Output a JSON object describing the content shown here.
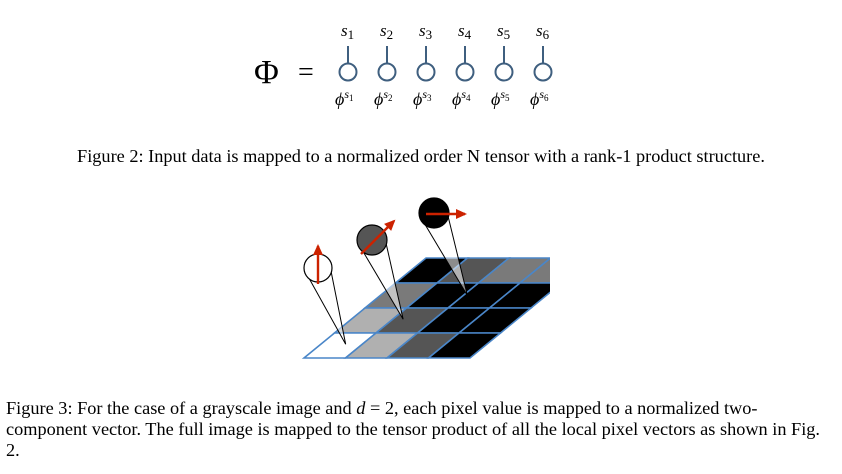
{
  "figure2": {
    "phi_symbol": "Φ",
    "equals": "=",
    "sites": [
      {
        "top_var": "s",
        "top_sub": "1",
        "bottom_base": "ϕ",
        "bottom_sup_var": "s",
        "bottom_sup_sub": "1"
      },
      {
        "top_var": "s",
        "top_sub": "2",
        "bottom_base": "ϕ",
        "bottom_sup_var": "s",
        "bottom_sup_sub": "2"
      },
      {
        "top_var": "s",
        "top_sub": "3",
        "bottom_base": "ϕ",
        "bottom_sup_var": "s",
        "bottom_sup_sub": "3"
      },
      {
        "top_var": "s",
        "top_sub": "4",
        "bottom_base": "ϕ",
        "bottom_sup_var": "s",
        "bottom_sup_sub": "4"
      },
      {
        "top_var": "s",
        "top_sub": "5",
        "bottom_base": "ϕ",
        "bottom_sup_var": "s",
        "bottom_sup_sub": "5"
      },
      {
        "top_var": "s",
        "top_sub": "6",
        "bottom_base": "ϕ",
        "bottom_sup_var": "s",
        "bottom_sup_sub": "6"
      }
    ],
    "node_color": "#3f5f7f",
    "caption": "Figure 2: Input data is mapped to a normalized order N tensor with a rank-1 product structure."
  },
  "figure3": {
    "grid_border_color": "#4a86c8",
    "arrow_color": "#cc2200",
    "rows": [
      [
        "#000000",
        "#555555",
        "#7a7a7a",
        "#7a7a7a"
      ],
      [
        "#7a7a7a",
        "#000000",
        "#000000",
        "#000000"
      ],
      [
        "#b0b0b0",
        "#555555",
        "#000000",
        "#000000"
      ],
      [
        "#ffffff",
        "#b0b0b0",
        "#555555",
        "#000000"
      ]
    ],
    "pixel_vectors": [
      {
        "fill": "#ffffff"
      },
      {
        "fill": "#555555"
      },
      {
        "fill": "#000000"
      }
    ],
    "caption_parts": {
      "p1": "Figure 3: For the case of a grayscale image and ",
      "d": "d",
      "eq": " = 2",
      "p2": ", each pixel value is mapped to a normalized two-component vector. The full image is mapped to the tensor product of all the local pixel vectors as shown in Fig. 2."
    }
  }
}
